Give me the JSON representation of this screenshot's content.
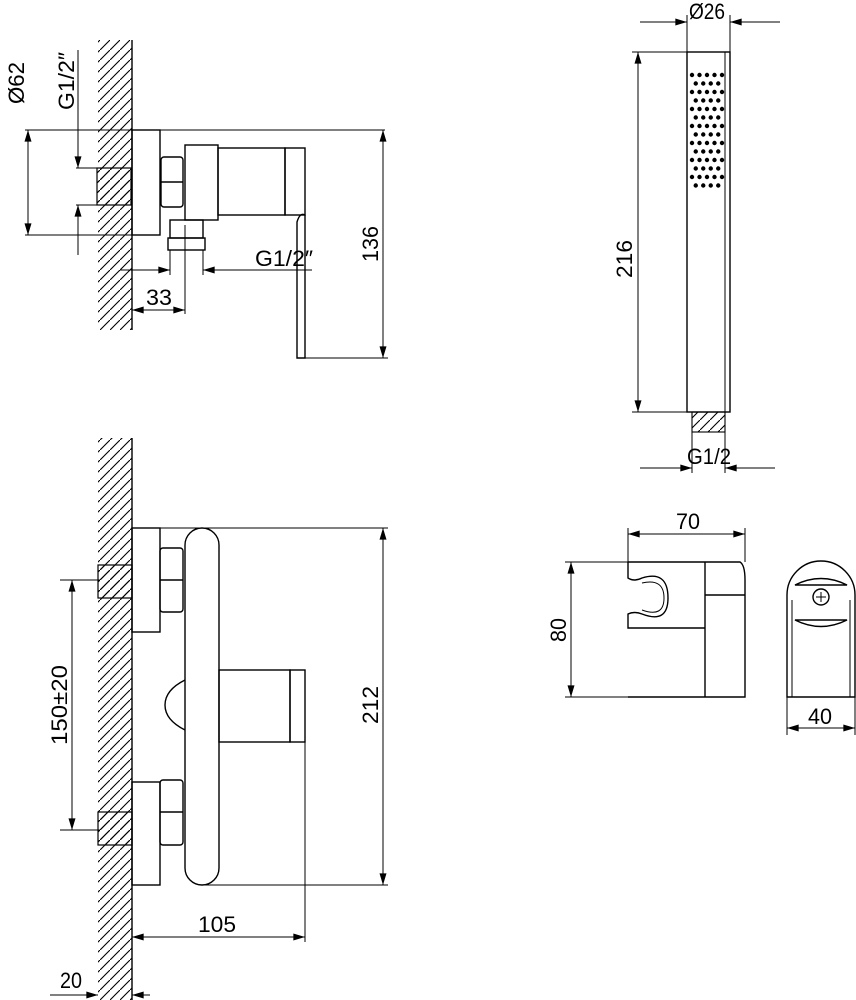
{
  "title": "Shower mixer dimension drawing",
  "colors": {
    "line": "#000000",
    "background": "#ffffff"
  },
  "side_view": {
    "wall_diameter": "Ø62",
    "inlet_thread": "G1/2″",
    "outlet_thread": "G1/2″",
    "outlet_offset": "33",
    "height": "136"
  },
  "hand_shower": {
    "diameter": "Ø26",
    "length": "216",
    "thread": "G1/2"
  },
  "holder": {
    "width": "70",
    "height": "80",
    "depth": "40"
  },
  "front_view": {
    "inlet_spacing": "150±20",
    "height": "212",
    "projection": "105",
    "wall_gap": "20"
  }
}
